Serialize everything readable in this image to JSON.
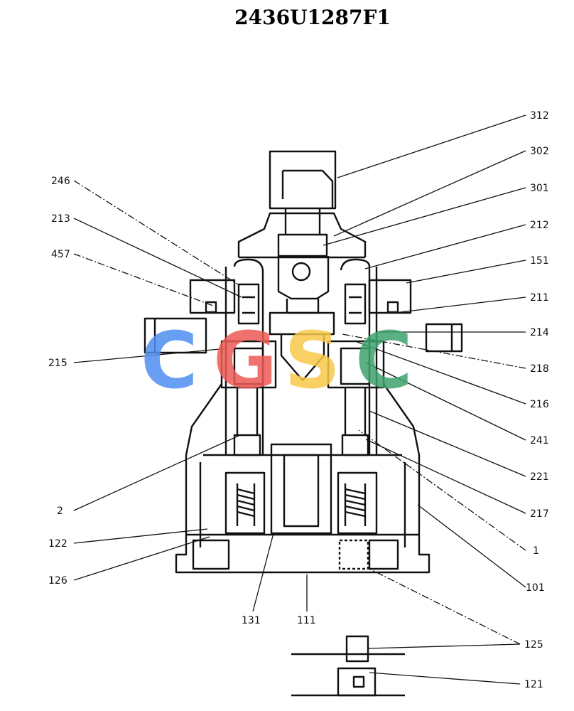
{
  "title": "2436U1287F1",
  "watermark": {
    "letters": [
      "C",
      "G",
      "S",
      "C"
    ],
    "colors": [
      "#4f8ff2",
      "#ee5a55",
      "#f7c84a",
      "#3fa36e"
    ]
  },
  "labels": {
    "l312": "312",
    "l302": "302",
    "l301": "301",
    "l212": "212",
    "l151": "151",
    "l211": "211",
    "l214": "214",
    "l218": "218",
    "l216": "216",
    "l241": "241",
    "l221": "221",
    "l217": "217",
    "l1": "1",
    "l101": "101",
    "l125": "125",
    "l121": "121",
    "l246": "246",
    "l213": "213",
    "l457": "457",
    "l215": "215",
    "l2": "2",
    "l122": "122",
    "l126": "126",
    "l131": "131",
    "l111": "111"
  }
}
